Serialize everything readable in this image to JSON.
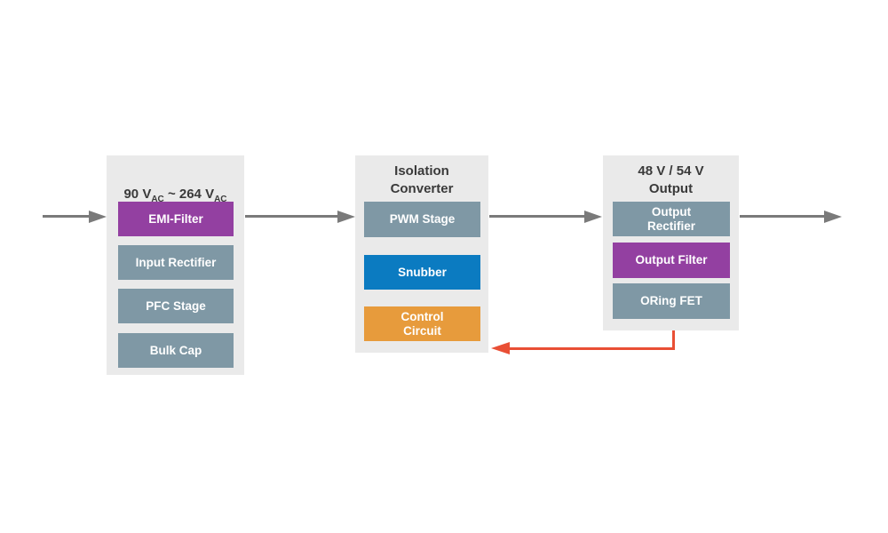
{
  "diagram": {
    "panels": [
      {
        "name": "input-stage",
        "title_parts": {
          "part1": "90 V",
          "sub1": "AC",
          "part2": " ~ 264 V",
          "sub2": "AC"
        },
        "blocks": [
          {
            "label": "EMI-Filter",
            "color": "purple"
          },
          {
            "label": "Input Rectifier",
            "color": "slate"
          },
          {
            "label": "PFC Stage",
            "color": "slate"
          },
          {
            "label": "Bulk Cap",
            "color": "slate"
          }
        ]
      },
      {
        "name": "isolation-converter",
        "title": "Isolation\nConverter",
        "blocks": [
          {
            "label": "PWM Stage",
            "color": "slate"
          },
          {
            "label": "Snubber",
            "color": "blue"
          },
          {
            "label": "Control\nCircuit",
            "color": "orange"
          }
        ]
      },
      {
        "name": "output-stage",
        "title": "48 V / 54 V\nOutput",
        "blocks": [
          {
            "label": "Output\nRectifier",
            "color": "slate"
          },
          {
            "label": "Output Filter",
            "color": "purple"
          },
          {
            "label": "ORing FET",
            "color": "slate"
          }
        ]
      }
    ],
    "colors": {
      "panel_background": "#eaeaea",
      "slate_block": "#7f98a5",
      "purple_block": "#9340a1",
      "blue_block": "#0b7bc1",
      "orange_block": "#e79b3c",
      "flow_arrow": "#7a7a7a",
      "feedback_arrow": "#e94f35",
      "title_text": "#3a3a3a",
      "block_text": "#ffffff"
    }
  }
}
